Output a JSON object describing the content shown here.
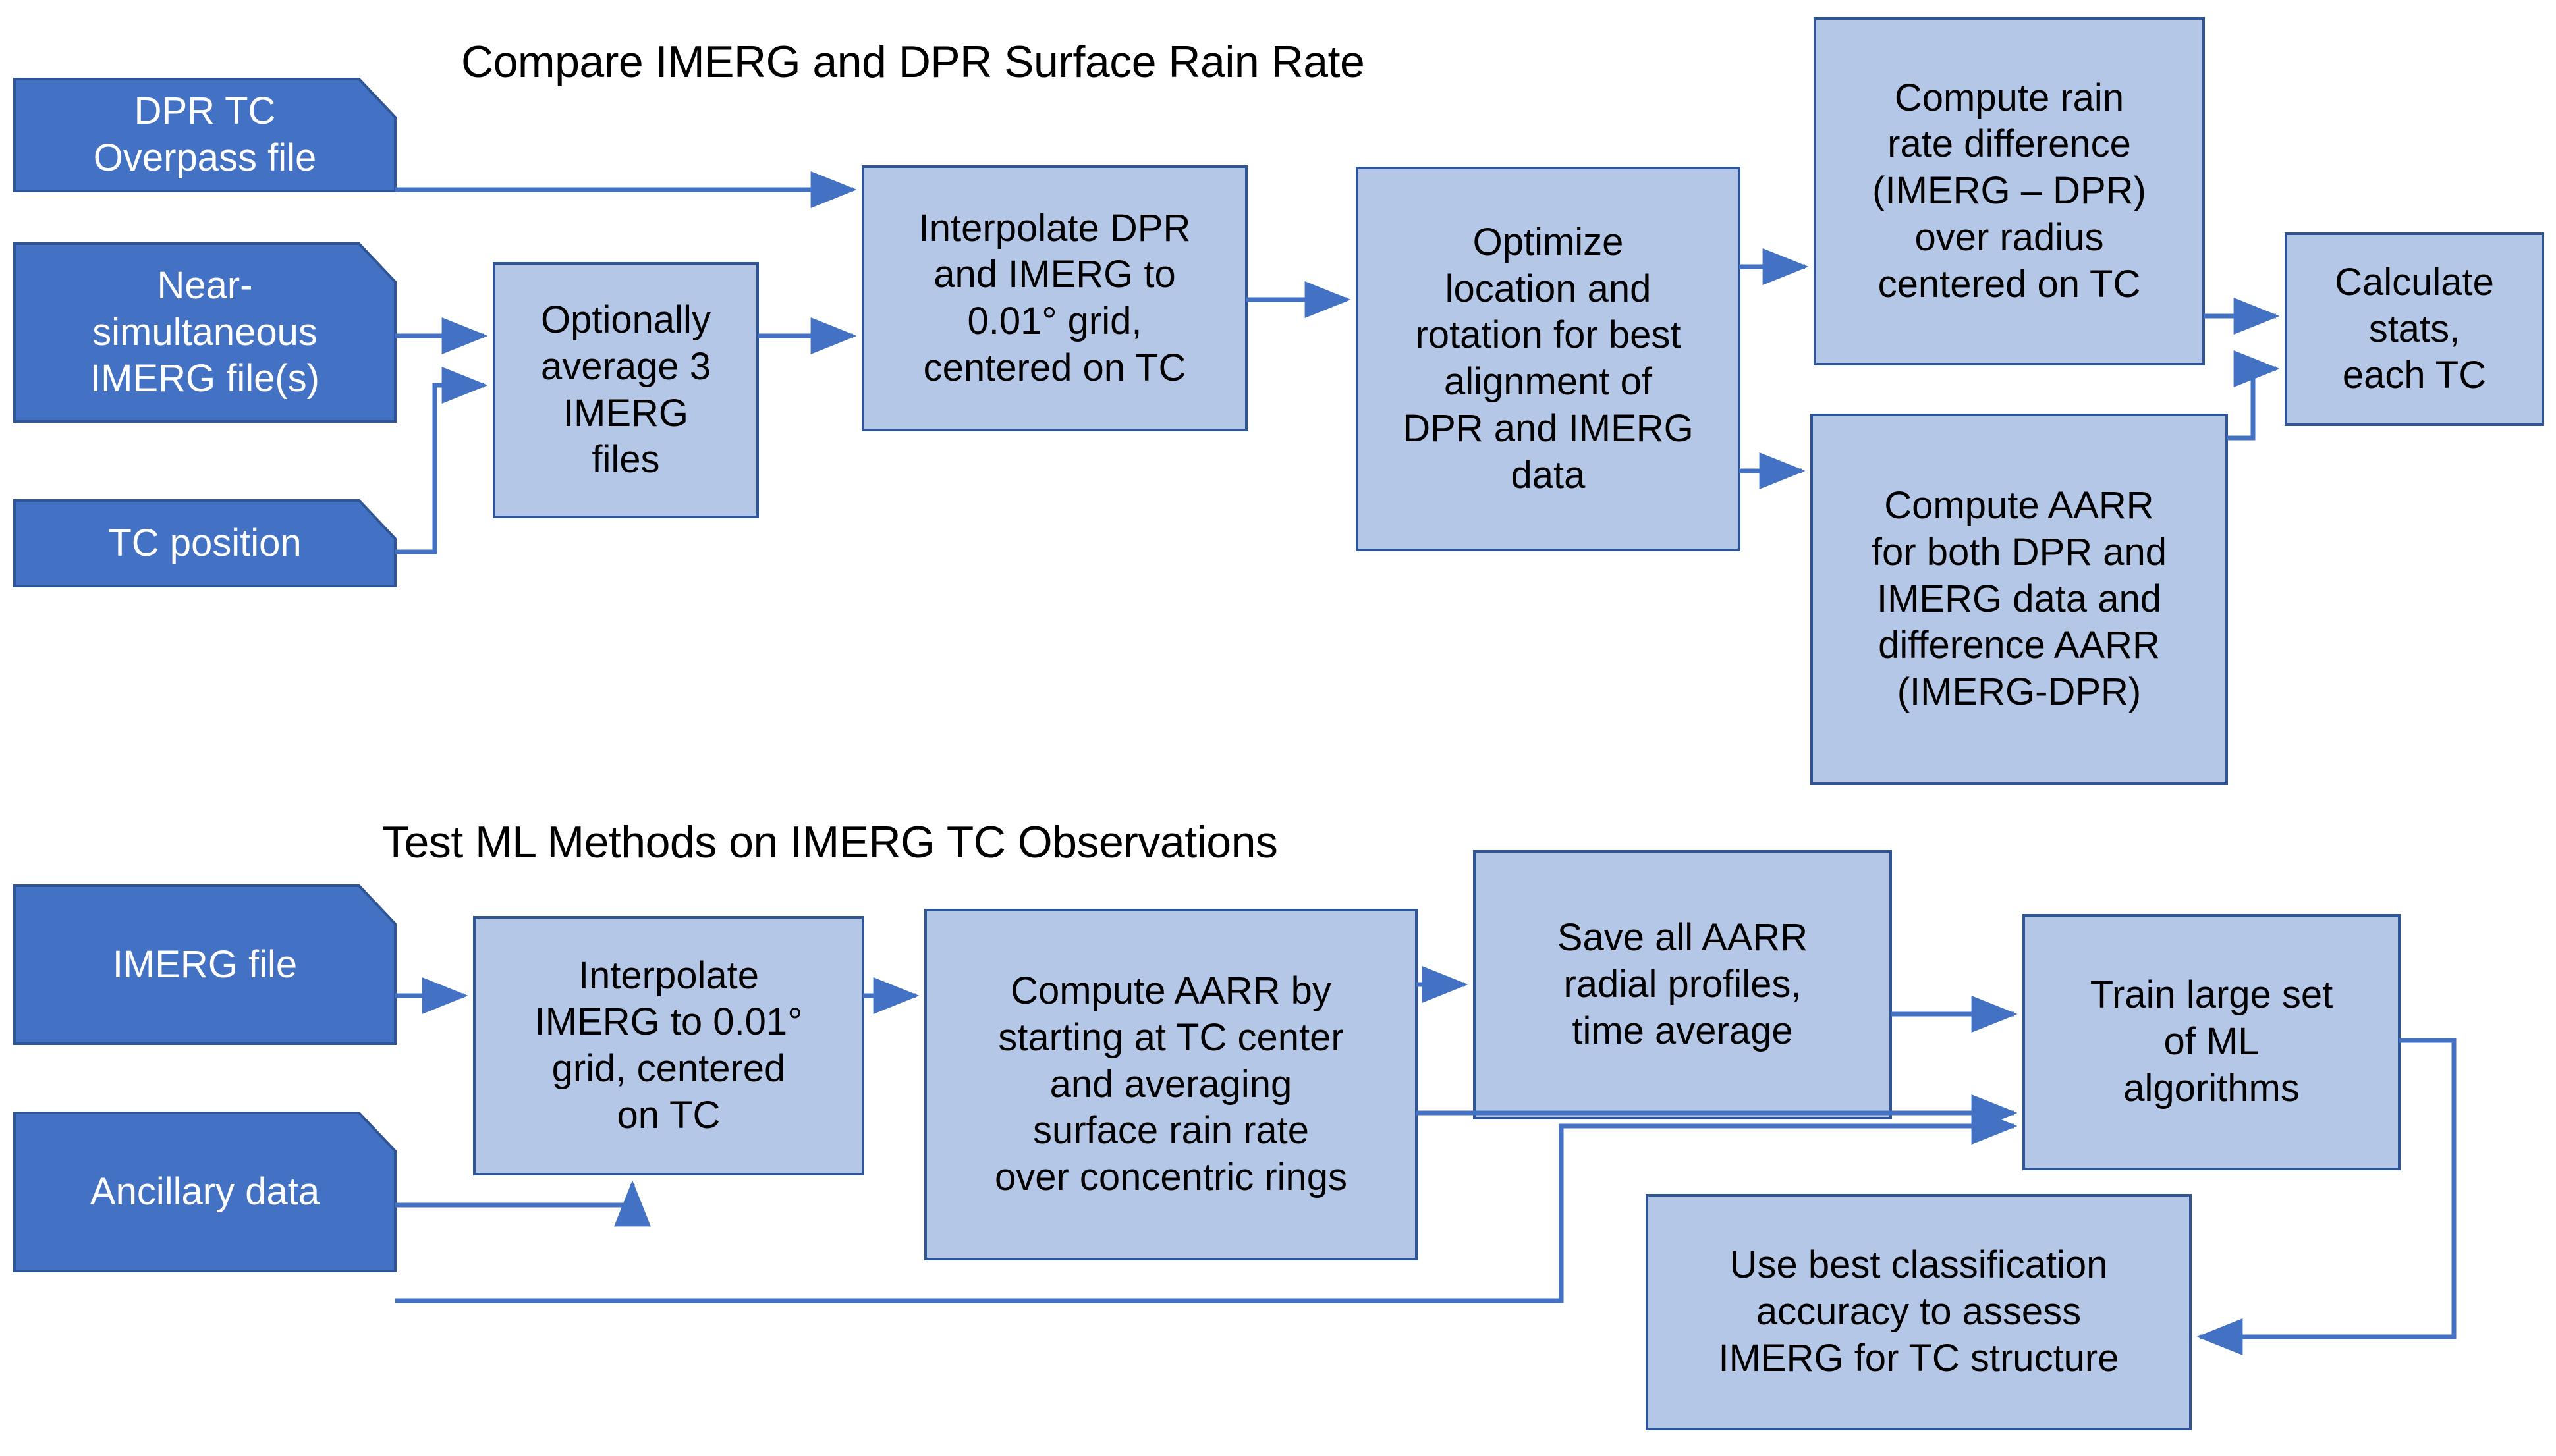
{
  "diagram": {
    "title_top": "Compare IMERG and DPR Surface Rain Rate",
    "title_bottom": "Test ML Methods on IMERG TC Observations",
    "colors": {
      "input_fill": "#4372C4",
      "input_stroke": "#2F5597",
      "process_fill": "#B4C7E7",
      "process_stroke": "#2F5597",
      "connector": "#4372C4",
      "background": "#FFFFFF",
      "text_on_dark": "#FFFFFF",
      "text_on_light": "#000000"
    },
    "sections": [
      {
        "id": "compare-section",
        "title": "Compare IMERG and DPR Surface Rain Rate",
        "nodes": [
          {
            "id": "dpr-tc-overpass-file",
            "type": "input",
            "label": "DPR TC\nOverpass file"
          },
          {
            "id": "near-simultaneous-imerg-files",
            "type": "input",
            "label": "Near-\nsimultaneous\nIMERG file(s)"
          },
          {
            "id": "tc-position",
            "type": "input",
            "label": "TC position"
          },
          {
            "id": "optionally-average-3-imerg-files",
            "type": "process",
            "label": "Optionally\naverage 3\nIMERG\nfiles"
          },
          {
            "id": "interpolate-dpr-and-imerg",
            "type": "process",
            "label": "Interpolate DPR\nand IMERG to\n0.01° grid,\ncentered on TC"
          },
          {
            "id": "optimize-location-and-rotation",
            "type": "process",
            "label": "Optimize\nlocation and\nrotation for best\nalignment of\nDPR and IMERG\ndata"
          },
          {
            "id": "compute-rain-rate-difference",
            "type": "process",
            "label": "Compute rain\nrate difference\n(IMERG – DPR)\nover radius\ncentered on TC"
          },
          {
            "id": "compute-aarr-both",
            "type": "process",
            "label": "Compute AARR\nfor both DPR and\nIMERG data and\ndifference AARR\n(IMERG-DPR)"
          },
          {
            "id": "calculate-stats-each-tc",
            "type": "process",
            "label": "Calculate\nstats,\neach TC"
          }
        ]
      },
      {
        "id": "ml-section",
        "title": "Test ML Methods on IMERG TC Observations",
        "nodes": [
          {
            "id": "imerg-file",
            "type": "input",
            "label": "IMERG file"
          },
          {
            "id": "ancillary-data",
            "type": "input",
            "label": "Ancillary data"
          },
          {
            "id": "interpolate-imerg-grid",
            "type": "process",
            "label": "Interpolate\nIMERG to 0.01°\ngrid, centered\non TC"
          },
          {
            "id": "compute-aarr-rings",
            "type": "process",
            "label": "Compute AARR by\nstarting at TC center\nand averaging\nsurface rain rate\nover concentric rings"
          },
          {
            "id": "save-aarr-radial-profiles",
            "type": "process",
            "label": "Save all AARR\nradial profiles,\ntime average"
          },
          {
            "id": "train-ml-algorithms",
            "type": "process",
            "label": "Train large set\nof ML\nalgorithms"
          },
          {
            "id": "use-best-classification-accuracy",
            "type": "process",
            "label": "Use best classification\naccuracy to assess\nIMERG for TC structure"
          }
        ]
      }
    ],
    "connections": [
      {
        "from": "dpr-tc-overpass-file",
        "to": "interpolate-dpr-and-imerg"
      },
      {
        "from": "near-simultaneous-imerg-files",
        "to": "optionally-average-3-imerg-files"
      },
      {
        "from": "tc-position",
        "to": "optionally-average-3-imerg-files"
      },
      {
        "from": "optionally-average-3-imerg-files",
        "to": "interpolate-dpr-and-imerg"
      },
      {
        "from": "interpolate-dpr-and-imerg",
        "to": "optimize-location-and-rotation"
      },
      {
        "from": "optimize-location-and-rotation",
        "to": "compute-rain-rate-difference"
      },
      {
        "from": "optimize-location-and-rotation",
        "to": "compute-aarr-both"
      },
      {
        "from": "compute-rain-rate-difference",
        "to": "calculate-stats-each-tc"
      },
      {
        "from": "compute-aarr-both",
        "to": "calculate-stats-each-tc"
      },
      {
        "from": "imerg-file",
        "to": "interpolate-imerg-grid"
      },
      {
        "from": "ancillary-data",
        "to": "interpolate-imerg-grid"
      },
      {
        "from": "ancillary-data",
        "to": "train-ml-algorithms"
      },
      {
        "from": "interpolate-imerg-grid",
        "to": "compute-aarr-rings"
      },
      {
        "from": "compute-aarr-rings",
        "to": "save-aarr-radial-profiles"
      },
      {
        "from": "compute-aarr-rings",
        "to": "train-ml-algorithms"
      },
      {
        "from": "save-aarr-radial-profiles",
        "to": "train-ml-algorithms"
      },
      {
        "from": "train-ml-algorithms",
        "to": "use-best-classification-accuracy"
      }
    ]
  }
}
